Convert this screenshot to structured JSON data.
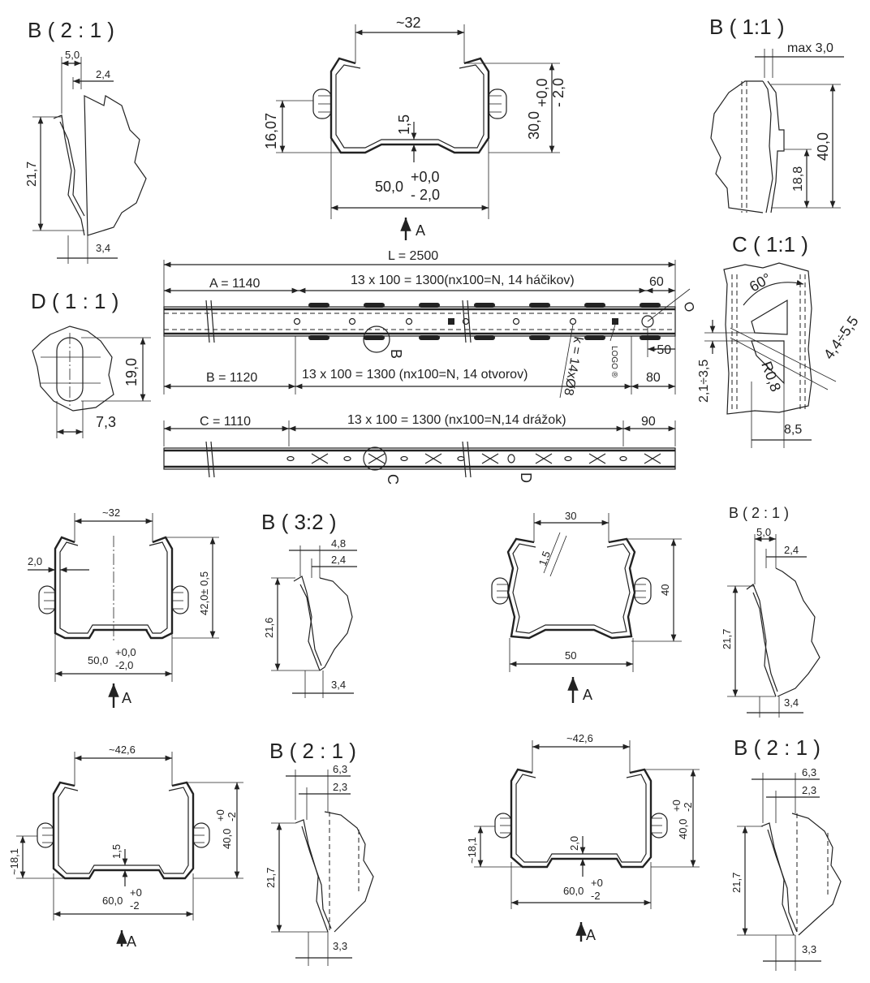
{
  "views": {
    "b_top_left": {
      "title": "B ( 2 : 1 )",
      "d1": "5,0",
      "d2": "2,4",
      "h": "21,7",
      "d3": "3,4"
    },
    "section_main": {
      "top": "~32",
      "left": "16,07",
      "thick": "1,5",
      "right_val": "30,0",
      "right_tol_up": "+0,0",
      "right_tol_dn": "- 2,0",
      "width_val": "50,0",
      "width_tol_up": "+0,0",
      "width_tol_dn": "- 2,0",
      "arrow": "A"
    },
    "b_top_right": {
      "title": "B ( 1:1 )",
      "max": "max 3,0",
      "h": "40,0",
      "h2": "18,8"
    },
    "c_view": {
      "title": "C ( 1:1 )",
      "angle": "60°",
      "range1": "4,4÷5,5",
      "range2": "2,1÷3,5",
      "radius": "R0,8",
      "w": "8,5"
    },
    "d_view": {
      "title": "D ( 1 : 1 )",
      "h": "19,0",
      "w": "7,3"
    },
    "rail_top": {
      "L": "L = 2500",
      "A": "A = 1140",
      "hooks": "13 x 100 = 1300(nx100=N, 14 háčikov)",
      "d60": "60",
      "d50": "~50",
      "B": "B = 1120",
      "holes": "13 x 100 = 1300 (nx100=N, 14 otvorov)",
      "d80": "80",
      "k": "k = 14xØ8",
      "logo": "LOGO ®",
      "bmark": "B",
      "o": "O"
    },
    "rail_bottom": {
      "C": "C = 1110",
      "slots": "13 x 100 = 1300 (nx100=N,14 drážok)",
      "d90": "90",
      "cmark": "C",
      "dmark": "D"
    },
    "sec2": {
      "top": "~32",
      "t": "2,0",
      "h": "42,0± 0,5",
      "w_val": "50,0",
      "w_up": "+0,0",
      "w_dn": "-2,0",
      "arrow": "A"
    },
    "b32": {
      "title": "B  ( 3:2 )",
      "d1": "4,8",
      "d2": "2,4",
      "h": "21,6",
      "d3": "3,4"
    },
    "sec3": {
      "top": "30",
      "t": "1,5",
      "h": "40",
      "w": "50",
      "arrow": "A"
    },
    "b21b": {
      "title": "B  ( 2 : 1 )",
      "d1": "5,0",
      "d2": "2,4",
      "h": "21,7",
      "d3": "3,4"
    },
    "sec4": {
      "top": "~42,6",
      "left": "~18,1",
      "t": "1,5",
      "h_val": "40,0",
      "h_up": "+0",
      "h_dn": "-2",
      "w_val": "60,0",
      "w_up": "+0",
      "w_dn": "-2",
      "arrow": "A"
    },
    "b21c": {
      "title": "B ( 2 : 1 )",
      "d1": "6,3",
      "d2": "2,3",
      "h": "21,7",
      "d3": "3,3"
    },
    "sec5": {
      "top": "~42,6",
      "left": "~18,1",
      "t": "2,0",
      "h_val": "40,0",
      "h_up": "+0",
      "h_dn": "-2",
      "w_val": "60,0",
      "w_up": "+0",
      "w_dn": "-2",
      "arrow": "A"
    },
    "b21d": {
      "title": "B ( 2 : 1 )",
      "d1": "6,3",
      "d2": "2,3",
      "h": "21,7",
      "d3": "3,3"
    }
  }
}
